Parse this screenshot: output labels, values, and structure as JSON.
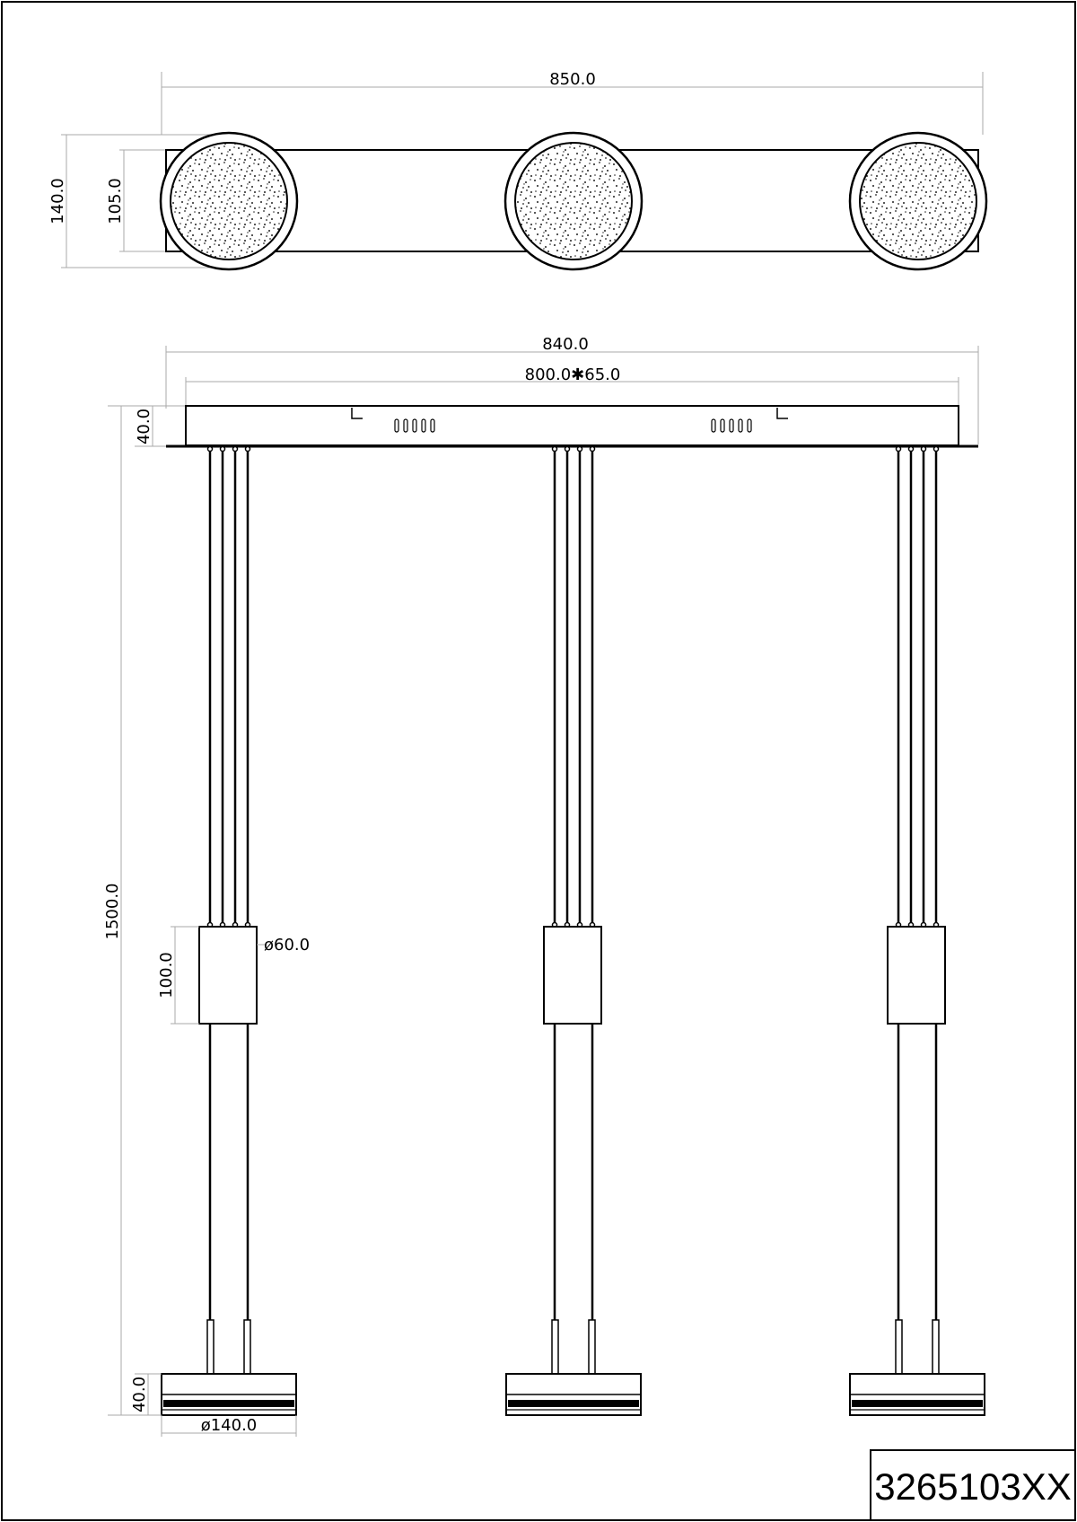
{
  "dimensions": {
    "top_width": "850.0",
    "top_height": "140.0",
    "top_inner_height": "105.0",
    "canopy_width": "840.0",
    "canopy_mount": "800.0✱65.0",
    "canopy_height": "40.0",
    "total_height": "1500.0",
    "body_diameter": "ø60.0",
    "body_height": "100.0",
    "head_height": "40.0",
    "head_diameter": "ø140.0"
  },
  "product_code": "3265103XX"
}
